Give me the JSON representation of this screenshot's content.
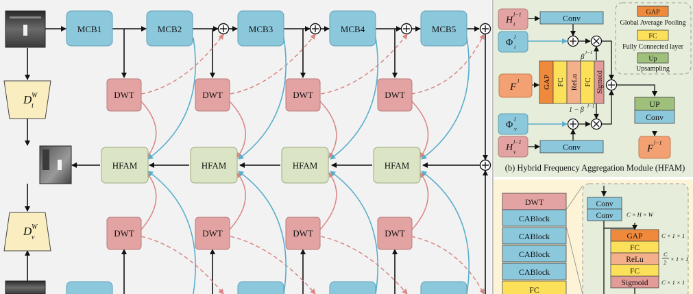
{
  "main_diagram": {
    "mcb": [
      "MCB1",
      "MCB2",
      "MCB3",
      "MCB4",
      "MCB5"
    ],
    "dwt": "DWT",
    "hfam": "HFAM",
    "disc_i_base": "D",
    "disc_i_sub": "i",
    "disc_i_sup": "W",
    "disc_v_base": "D",
    "disc_v_sub": "v",
    "disc_v_sup": "W"
  },
  "hfam_panel": {
    "h_i": "H",
    "h_i_sub": "i",
    "h_i_sup": "l−1",
    "phi_i": "Φ",
    "phi_i_sub": "i",
    "phi_i_sup": "l",
    "f_l": "F",
    "f_l_sup": "l",
    "phi_v": "Φ",
    "phi_v_sub": "v",
    "phi_v_sup": "l",
    "h_v": "H",
    "h_v_sub": "v",
    "h_v_sup": "l−1",
    "conv": "Conv",
    "gap": "GAP",
    "fc": "FC",
    "relu": "ReLu",
    "sigmoid": "Sigmoid",
    "beta": "β",
    "beta_sup": "l−1",
    "one_minus_beta": "1 − β",
    "one_minus_beta_sup": "l−1",
    "up": "UP",
    "f_out": "F",
    "f_out_sup": "l−1",
    "legend": {
      "gap_tag": "GAP",
      "gap_desc": "Global Average Pooling",
      "fc_tag": "FC",
      "fc_desc": "Fully Connected layer",
      "up_tag": "Up",
      "up_desc": "Upsampling"
    },
    "caption": "(b) Hybrid Frequency Aggregation Module (HFAM)"
  },
  "mcb_panel": {
    "stack": [
      "DWT",
      "CABlock",
      "CABlock",
      "CABlock",
      "CABlock",
      "FC"
    ],
    "conv": "Conv",
    "dim1": "C × H × W",
    "gap": "GAP",
    "fc": "FC",
    "relu": "ReLu",
    "sigmoid": "Sigmoid",
    "dim_gap": "C × 1 × 1",
    "dim_relu_c": "C",
    "dim_relu_2": "2",
    "dim_relu_tail": "× 1 × 1",
    "dim_sig": "C × 1 × 1"
  },
  "colors": {
    "mcb": "#8cc8dc",
    "dwt": "#e3a3a2",
    "hfam": "#dbe5c5",
    "disc": "#faeec0",
    "blue_arrow": "#5aaecb",
    "red_arrow": "#d98582",
    "gap": "#ef8a3c",
    "fc": "#fde05a",
    "relu": "#f3b08a",
    "sigmoid": "#e29b96",
    "panel_b": "#e6eddb",
    "panel_c": "#fdf3d6"
  }
}
